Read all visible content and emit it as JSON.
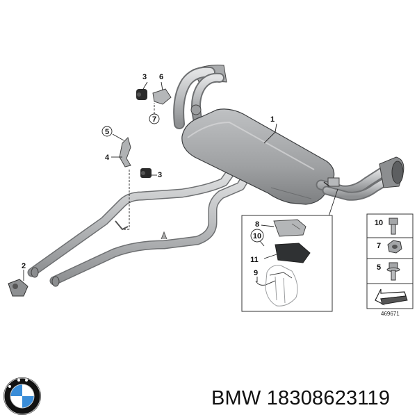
{
  "diagram": {
    "callouts": [
      {
        "id": "c1",
        "label": "1",
        "circled": false
      },
      {
        "id": "c2",
        "label": "2",
        "circled": false
      },
      {
        "id": "c3a",
        "label": "3",
        "circled": false
      },
      {
        "id": "c3b",
        "label": "3",
        "circled": false
      },
      {
        "id": "c4",
        "label": "4",
        "circled": false
      },
      {
        "id": "c5",
        "label": "5",
        "circled": true
      },
      {
        "id": "c6",
        "label": "6",
        "circled": false
      },
      {
        "id": "c7",
        "label": "7",
        "circled": true
      }
    ],
    "detail_box": {
      "callouts": [
        {
          "id": "d8",
          "label": "8",
          "circled": false
        },
        {
          "id": "d10",
          "label": "10",
          "circled": true
        },
        {
          "id": "d11",
          "label": "11",
          "circled": false
        },
        {
          "id": "d9",
          "label": "9",
          "circled": false
        }
      ]
    },
    "parts_legend": [
      {
        "id": "l10",
        "label": "10",
        "icon": "bolt-icon"
      },
      {
        "id": "l7",
        "label": "7",
        "icon": "nut-icon"
      },
      {
        "id": "l5",
        "label": "5",
        "icon": "flange-bolt-icon"
      }
    ],
    "drawing_number": "469671",
    "colors": {
      "part_fill": "#c4c6c8",
      "part_shade": "#9a9c9e",
      "part_dark": "#2a2a2a",
      "line": "#333333"
    }
  },
  "footer": {
    "caption": "BMW 18308623119",
    "logo_colors": {
      "ring": "#111111",
      "blue": "#3a8dd8",
      "white": "#ffffff"
    }
  }
}
